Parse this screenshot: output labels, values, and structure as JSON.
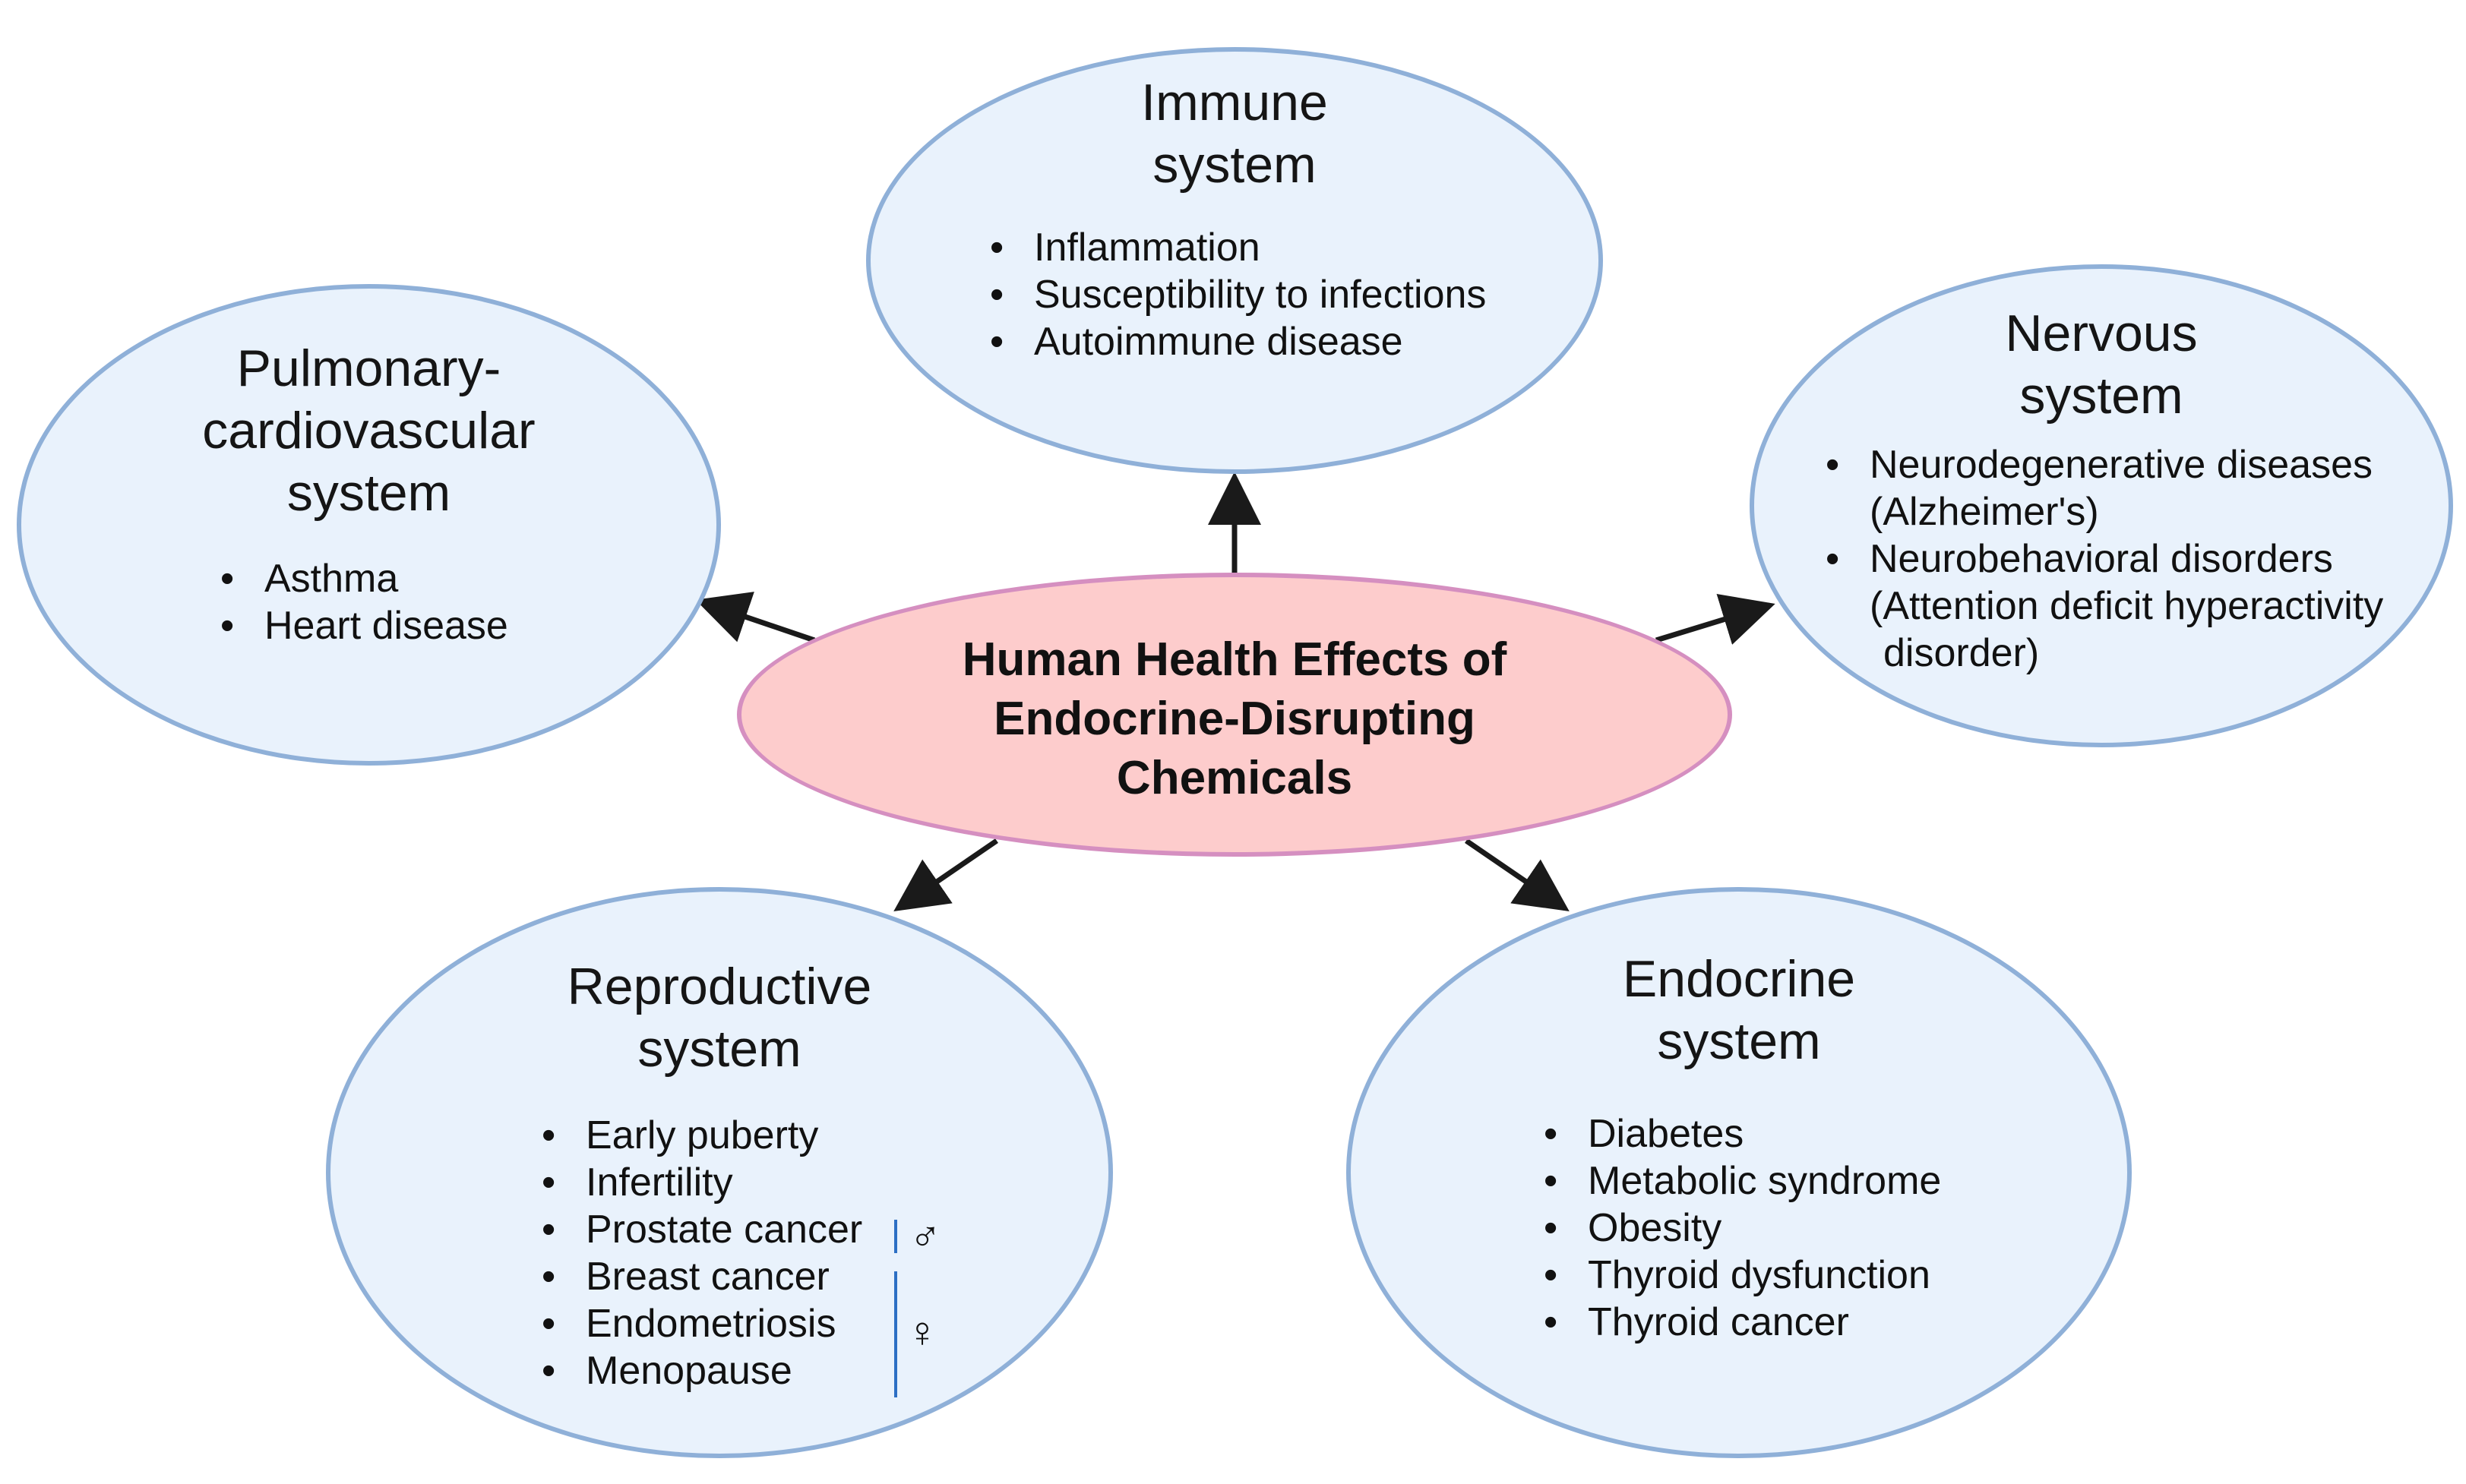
{
  "center": {
    "title_lines": [
      "Human Health Effects of",
      "Endocrine-Disrupting",
      "Chemicals"
    ]
  },
  "immune": {
    "title_lines": [
      "Immune",
      "system"
    ],
    "items": [
      "Inflammation",
      "Susceptibility to infections",
      "Autoimmune disease"
    ]
  },
  "pulmonary": {
    "title_lines": [
      "Pulmonary-",
      "cardiovascular",
      "system"
    ],
    "items": [
      "Asthma",
      "Heart disease"
    ]
  },
  "nervous": {
    "title_lines": [
      "Nervous",
      "system"
    ],
    "items": [
      "Neurodegenerative diseases",
      "Neurobehavioral disorders"
    ],
    "sub_items": [
      "(Alzheimer's)",
      "(Attention deficit hyperactivity",
      "disorder)"
    ]
  },
  "reproductive": {
    "title_lines": [
      "Reproductive",
      "system"
    ],
    "items": [
      "Early puberty",
      "Infertility",
      "Prostate cancer",
      "Breast cancer",
      "Endometriosis",
      "Menopause"
    ],
    "male_symbol": "♂",
    "female_symbol": "♀"
  },
  "endocrine": {
    "title_lines": [
      "Endocrine",
      "system"
    ],
    "items": [
      "Diabetes",
      "Metabolic syndrome",
      "Obesity",
      "Thyroid dysfunction",
      "Thyroid cancer"
    ]
  },
  "bullet": "•",
  "colors": {
    "system_fill": "#e9f2fc",
    "system_border": "#8fb0d8",
    "center_fill": "#fdcccc",
    "center_border": "#d58fc0",
    "arrow": "#1a1a1a",
    "sex_bar": "#2c6fc4"
  }
}
